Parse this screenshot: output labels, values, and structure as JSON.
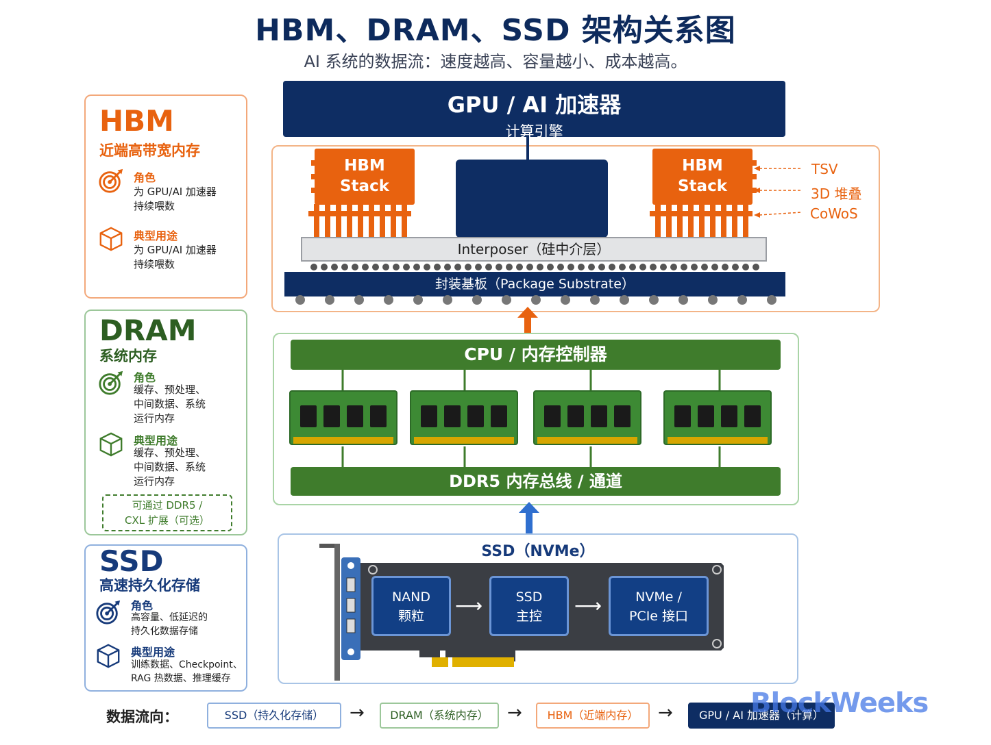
{
  "title": "HBM、DRAM、SSD 架构关系图",
  "subtitle": "AI 系统的数据流：速度越高、容量越小、成本越高。",
  "panels": {
    "hbm": {
      "name": "HBM",
      "sub": "近端高带宽内存",
      "role_label": "角色",
      "role_desc": [
        "为 GPU/AI 加速器",
        "持续喂数"
      ],
      "use_label": "典型用途",
      "use_desc": [
        "为 GPU/AI 加速器",
        "持续喂数"
      ],
      "color": "#e8620f"
    },
    "dram": {
      "name": "DRAM",
      "sub": "系统内存",
      "role_label": "角色",
      "role_desc": [
        "缓存、预处理、",
        "中间数据、系统",
        "运行内存"
      ],
      "use_label": "典型用途",
      "use_desc": [
        "缓存、预处理、",
        "中间数据、系统",
        "运行内存"
      ],
      "note": [
        "可通过 DDR5 /",
        "CXL 扩展（可选）"
      ],
      "color": "#3f7c2c"
    },
    "ssd": {
      "name": "SSD",
      "sub": "高速持久化存储",
      "role_label": "角色",
      "role_desc": [
        "高容量、低延迟的",
        "持久化数据存储"
      ],
      "use_label": "典型用途",
      "use_desc": [
        "训练数据、Checkpoint、",
        "RAG 热数据、推理缓存"
      ],
      "color": "#163a7a"
    }
  },
  "gpu": {
    "title": "GPU / AI 加速器",
    "sub": "计算引擎"
  },
  "hbm_stack_label": [
    "HBM",
    "Stack"
  ],
  "interposer": "Interposer（硅中介层）",
  "substrate": "封装基板（Package Substrate）",
  "annotations": [
    "TSV",
    "3D 堆叠",
    "CoWoS"
  ],
  "cpu_bar": "CPU / 内存控制器",
  "bus_bar": "DDR5 内存总线 / 通道",
  "ssd_title": "SSD（NVMe）",
  "ssd_chips": [
    [
      "NAND",
      "颗粒"
    ],
    [
      "SSD",
      "主控"
    ],
    [
      "NVMe /",
      "PCIe 接口"
    ]
  ],
  "flow": {
    "label": "数据流向：",
    "steps": [
      "SSD（持久化存储）",
      "DRAM（系统内存）",
      "HBM（近端内存）",
      "GPU / AI 加速器（计算）"
    ]
  },
  "watermark": "BlockWeeks",
  "colors": {
    "navy": "#0e2d63",
    "orange": "#e8620f",
    "green": "#3f7c2c",
    "blue": "#163a7a"
  }
}
